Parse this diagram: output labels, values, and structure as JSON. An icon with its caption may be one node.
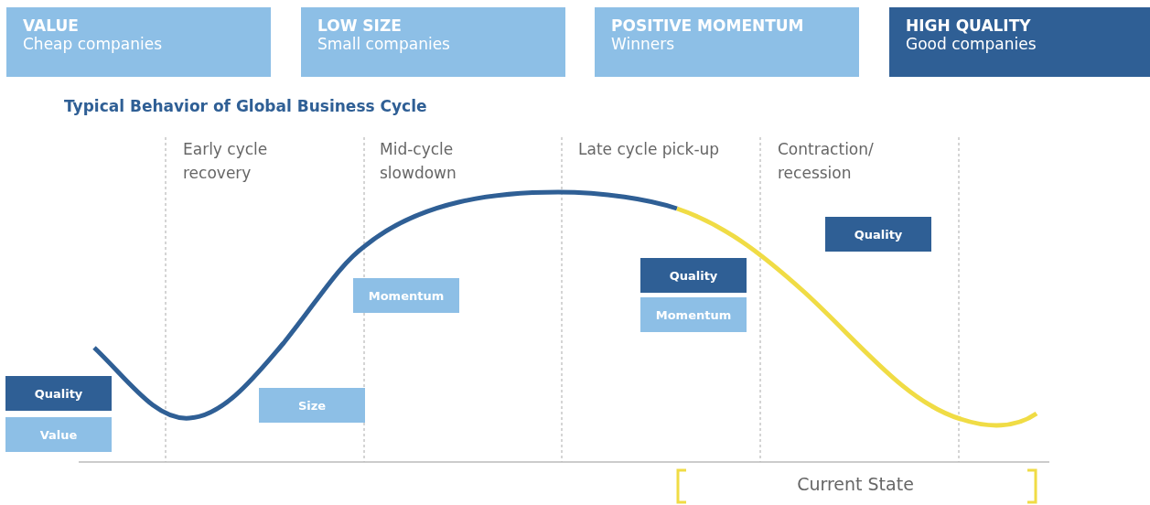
{
  "diagram": {
    "title": "Typical Behavior of Global Business Cycle",
    "nodes": [
      {
        "text": [
          "VALUE",
          "Cheap companies"
        ]
      },
      {
        "text": [
          "LOW SIZE",
          "Small companies"
        ]
      },
      {
        "text": [
          "POSITIVE MOMENTUM",
          "Winners"
        ]
      },
      {
        "text": [
          "HIGH QUALITY",
          "Good companies"
        ]
      },
      {
        "text": [
          "Quality"
        ]
      },
      {
        "text": [
          "Value"
        ]
      },
      {
        "text": [
          "Size"
        ]
      },
      {
        "text": [
          "Momentum"
        ]
      },
      {
        "text": [
          "Quality"
        ]
      },
      {
        "text": [
          "Momentum"
        ]
      },
      {
        "text": [
          "Quality"
        ]
      }
    ],
    "edges": [],
    "labels": [
      "Early cycle recovery",
      "Mid-cycle slowdown",
      "Late cycle pick-up",
      "Contraction/ recession",
      "Current State"
    ]
  }
}
